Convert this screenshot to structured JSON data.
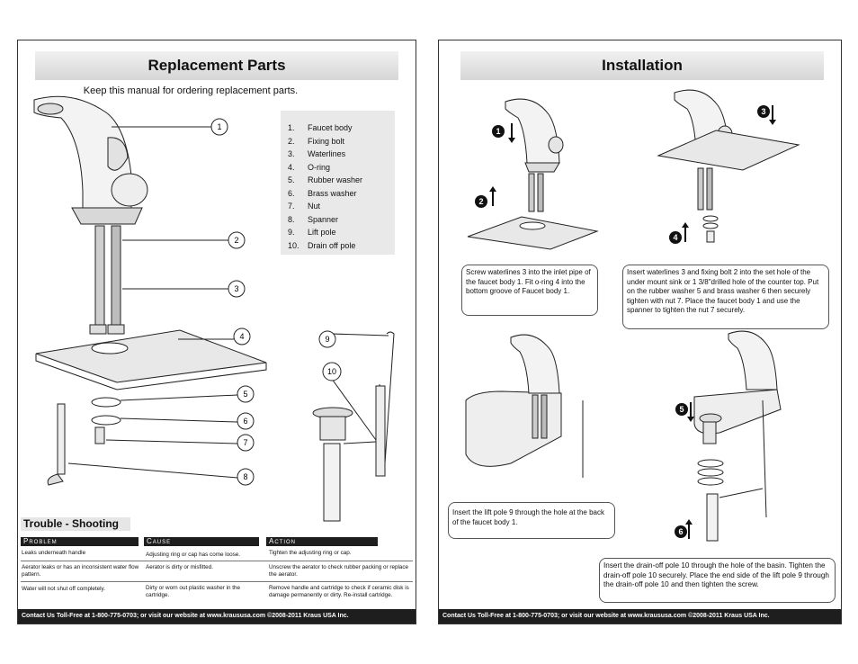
{
  "left_page": {
    "title": "Replacement Parts",
    "subtitle": "Keep this manual for ordering replacement parts.",
    "parts": [
      {
        "num": "1.",
        "name": "Faucet body"
      },
      {
        "num": "2.",
        "name": "Fixing bolt"
      },
      {
        "num": "3.",
        "name": "Waterlines"
      },
      {
        "num": "4.",
        "name": "O-ring"
      },
      {
        "num": "5.",
        "name": "Rubber washer"
      },
      {
        "num": "6.",
        "name": "Brass washer"
      },
      {
        "num": "7.",
        "name": "Nut"
      },
      {
        "num": "8.",
        "name": "Spanner"
      },
      {
        "num": "9.",
        "name": "Lift pole"
      },
      {
        "num": "10.",
        "name": "Drain off pole"
      }
    ],
    "callouts": [
      "1",
      "2",
      "3",
      "4",
      "5",
      "6",
      "7",
      "8",
      "9",
      "10"
    ],
    "troubleshooting": {
      "title": "Trouble - Shooting",
      "headers": [
        "Problem",
        "Cause",
        "Action"
      ],
      "rows": [
        {
          "problem": "Leaks underneath handle",
          "cause": "Adjusting ring or cap has come loose.",
          "action": "Tighten the adjusting ring or cap."
        },
        {
          "problem": "Aerator leaks or has an inconsistent water flow pattern.",
          "cause": "Aerator is dirty or misfitted.",
          "action": "Unscrew the aerator to check rubber packing or replace the aerator."
        },
        {
          "problem": "Water will not shut off completely.",
          "cause": "Dirty or worn out plastic washer in the cartridge.",
          "action": "Remove handle and cartridge to check if ceramic disk is damage permanently or dirty. Re-install cartridge."
        }
      ]
    },
    "footer": "Contact Us Toll-Free at 1-800-775-0703; or visit our website at www.kraususa.com ©2008-2011 Kraus USA Inc."
  },
  "right_page": {
    "title": "Installation",
    "steps": [
      "1",
      "2",
      "3",
      "4",
      "5",
      "6"
    ],
    "notes": [
      "Screw waterlines 3 into the inlet pipe of the faucet body 1. Fit o-ring 4 into the bottom groove of Faucet body 1.",
      "Insert waterlines 3 and fixing bolt 2 into the set hole of the under mount sink or 1 3/8\"drilled hole of the counter top. Put on the rubber washer 5 and brass washer 6 then securely tighten with nut 7. Place the faucet body 1 and use the spanner to tighten the nut 7 securely.",
      "Insert the lift pole 9 through the hole at the back of the faucet body 1.",
      "Insert the drain-off pole 10 through the hole of the basin. Tighten the drain-off pole 10 securely. Place the end side of the lift pole 9 through the drain-off pole 10 and then tighten the screw."
    ],
    "footer": "Contact Us Toll-Free at 1-800-775-0703; or visit our website at www.kraususa.com ©2008-2011 Kraus USA Inc."
  }
}
